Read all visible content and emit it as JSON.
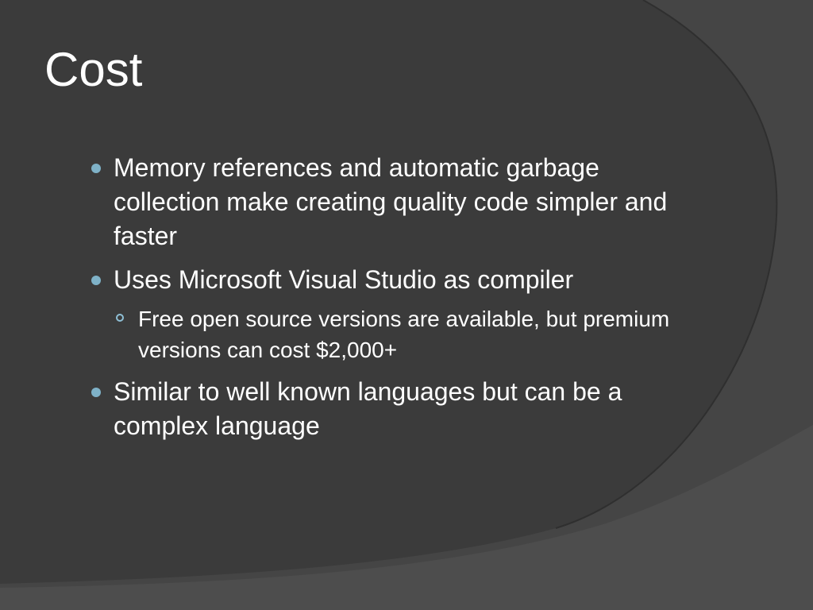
{
  "slide": {
    "title": "Cost",
    "bullets": [
      {
        "text": "Memory references and automatic garbage collection make creating quality code simpler and faster"
      },
      {
        "text": "Uses Microsoft Visual Studio as compiler",
        "sub": [
          {
            "text": "Free open source versions are available, but premium versions can cost $2,000+"
          }
        ]
      },
      {
        "text": "Similar to well known languages but can be a complex language"
      }
    ]
  },
  "colors": {
    "background": "#3b3b3b",
    "accent_shape": "#4a4a4a",
    "bullet": "#7fb2c8",
    "text": "#ffffff"
  },
  "icons": {
    "bullet": "filled-circle-bullet-icon",
    "sub_bullet": "hollow-circle-bullet-icon"
  }
}
